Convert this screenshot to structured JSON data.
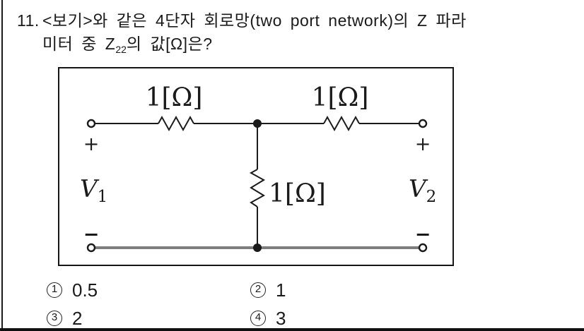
{
  "page": {
    "colors": {
      "ink": "#1a1a1a",
      "ground_wire": "#7d7d7d"
    }
  },
  "question": {
    "number": "11.",
    "line1": "<보기>와 같은 4단자 회로망(two port network)의 Z 파라",
    "line2": {
      "pre": "미터 중 Z",
      "sub": "22",
      "post": "의 값[Ω]은?"
    }
  },
  "circuit": {
    "series_resistor_left_label": "1[Ω]",
    "series_resistor_right_label": "1[Ω]",
    "shunt_resistor_label": "1[Ω]",
    "port1": {
      "symbol": "V",
      "sub": "1"
    },
    "port2": {
      "symbol": "V",
      "sub": "2"
    },
    "polarity": {
      "plus": "+",
      "minus": "−"
    }
  },
  "choices": [
    {
      "num": "1",
      "label": "0.5"
    },
    {
      "num": "2",
      "label": "1"
    },
    {
      "num": "3",
      "label": "2"
    },
    {
      "num": "4",
      "label": "3"
    }
  ]
}
